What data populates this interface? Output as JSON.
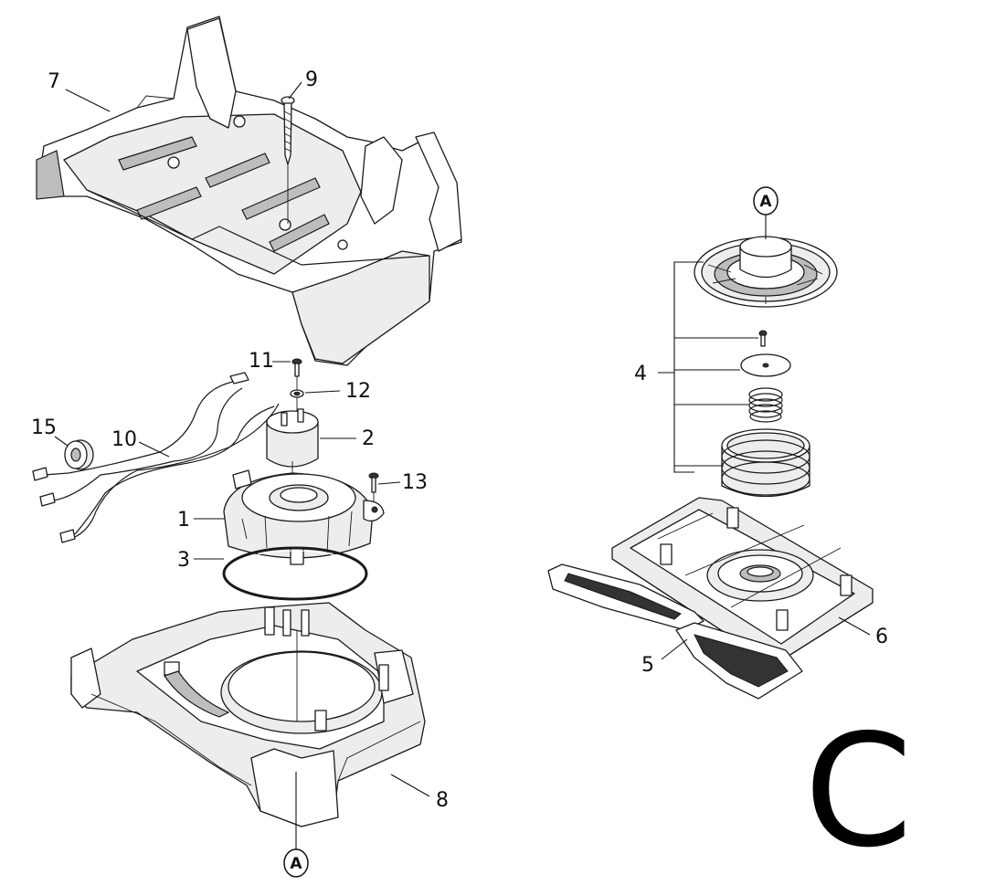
{
  "callouts": {
    "c1": "1",
    "c2": "2",
    "c3": "3",
    "c4": "4",
    "c5": "5",
    "c6": "6",
    "c7": "7",
    "c8": "8",
    "c9": "9",
    "c10": "10",
    "c11": "11",
    "c12": "12",
    "c13": "13",
    "c15": "15"
  },
  "reference_marker": "A",
  "section_letter": "C"
}
